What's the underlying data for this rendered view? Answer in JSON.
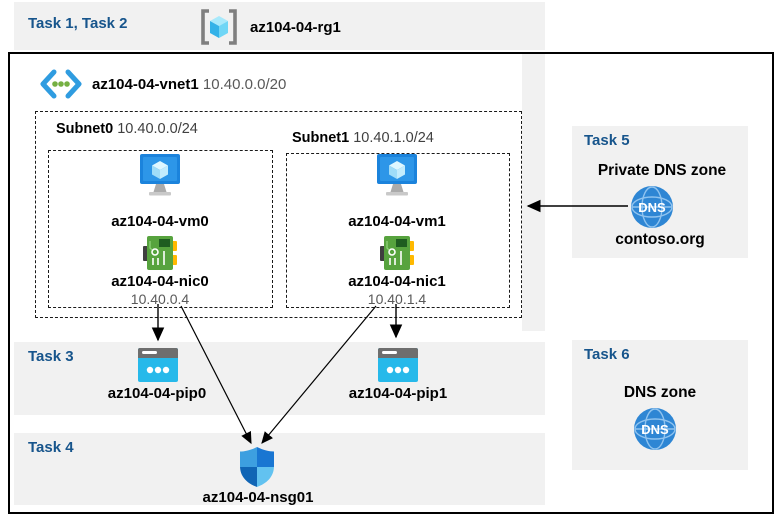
{
  "header": {
    "tasks_label": "Task 1, Task 2",
    "resource_group": "az104-04-rg1"
  },
  "vnet": {
    "name": "az104-04-vnet1",
    "cidr": "10.40.0.0/20"
  },
  "subnets": [
    {
      "name": "Subnet0",
      "cidr": "10.40.0.0/24",
      "vm": "az104-04-vm0",
      "nic": "az104-04-nic0",
      "ip": "10.40.0.4"
    },
    {
      "name": "Subnet1",
      "cidr": "10.40.1.0/24",
      "vm": "az104-04-vm1",
      "nic": "az104-04-nic1",
      "ip": "10.40.1.4"
    }
  ],
  "task3": {
    "label": "Task 3",
    "pip0": "az104-04-pip0",
    "pip1": "az104-04-pip1"
  },
  "task4": {
    "label": "Task 4",
    "nsg": "az104-04-nsg01"
  },
  "task5": {
    "label": "Task 5",
    "title": "Private DNS zone",
    "zone": "contoso.org",
    "icon_text": "DNS"
  },
  "task6": {
    "label": "Task 6",
    "title": "DNS zone",
    "icon_text": "DNS"
  },
  "colors": {
    "band_gray": "#f1f1f1",
    "task_blue": "#17558C",
    "secondary_text": "#595959",
    "vm_blue": "#1b83dc",
    "nic_green": "#57a33e",
    "nic_yellow": "#ffb900",
    "pip_cyan": "#27b9ea",
    "dns_blue": "#2e86d4",
    "shield_blues": [
      "#3d9fe0",
      "#1976d2",
      "#1065b5",
      "#62c2f0"
    ]
  }
}
